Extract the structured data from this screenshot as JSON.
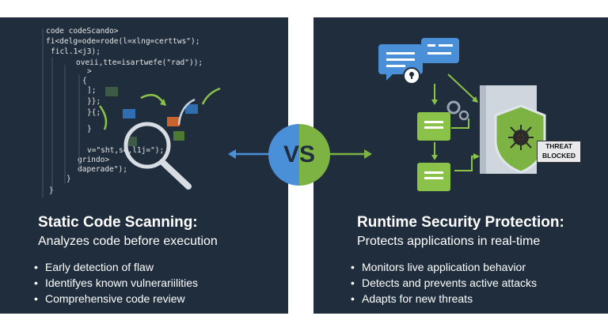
{
  "left": {
    "code_lines": [
      "code codeScando>",
      "fi<delg=ode=rode(l=xlng=certtws\");",
      "ficl.1<j3);",
      "oveii,tte=isartwefe(\"rad\"));",
      ">",
      "{",
      "];",
      "}};",
      "}{;",
      "}",
      "v=\"sht,se,l1j=\");",
      "grindo>",
      "daperade\");",
      "}",
      "}"
    ],
    "title": "Static Code Scanning:",
    "subtitle": "Analyzes code before execution",
    "bullets": [
      "Early detection of flaw",
      "Identifyes known vulnerariilities",
      "Comprehensive code review"
    ]
  },
  "center": {
    "vs_label": "VS"
  },
  "right": {
    "badge_line1": "THREAT",
    "badge_line2": "BLOCKED",
    "title": "Runtime Security Protection:",
    "subtitle": "Protects applications in real-time",
    "bullets": [
      "Monitors live application behavior",
      "Detects and prevents active attacks",
      "Adapts for new threats"
    ]
  },
  "colors": {
    "panel_bg": "#1f2d3d",
    "blue": "#4a90d9",
    "green": "#7cb342",
    "code_text": "#e6e6e6"
  },
  "icons": [
    "magnifying-glass-icon",
    "chat-bubble-icon",
    "gear-icon",
    "shield-icon",
    "document-icon"
  ]
}
